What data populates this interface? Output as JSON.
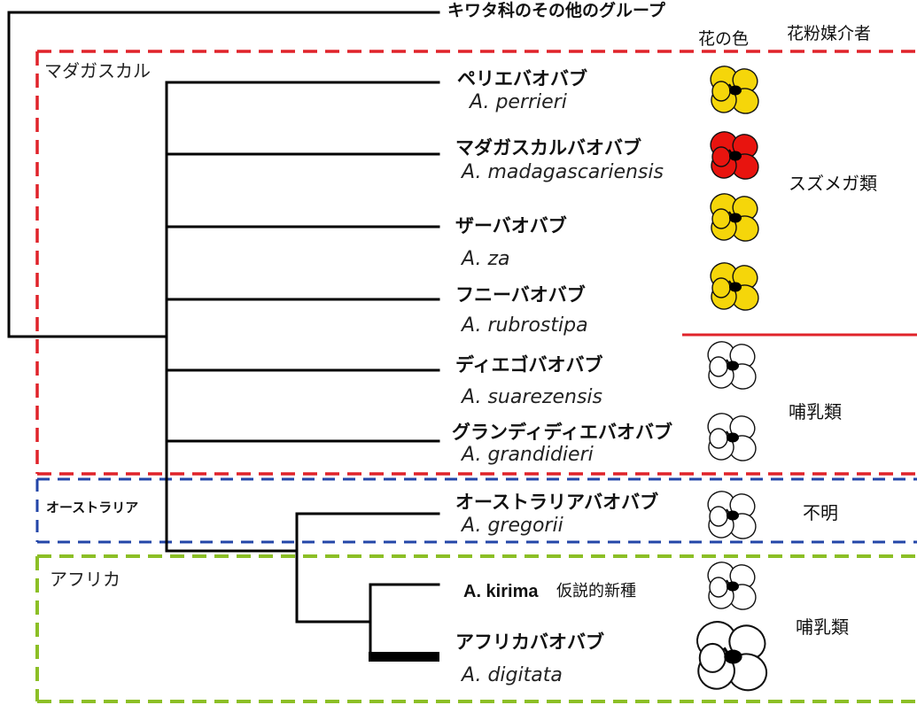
{
  "header": {
    "outgroup": "キワタ科のその他のグループ",
    "flower_color": "花の色",
    "pollinator": "花粉媒介者"
  },
  "regions": {
    "madagascar": "マダガスカル",
    "australia": "オーストラリア",
    "africa": "アフリカ"
  },
  "region_colors": {
    "madagascar": "#e0232a",
    "australia": "#2346a8",
    "africa": "#8cbf26"
  },
  "species": [
    {
      "jp": "ペリエバオバブ",
      "latin": "A. perrieri",
      "flower": "yellow"
    },
    {
      "jp": "マダガスカルバオバブ",
      "latin": "A. madagascariensis",
      "flower": "red"
    },
    {
      "jp": "ザーバオバブ",
      "latin": "A. za",
      "flower": "yellow"
    },
    {
      "jp": "フニーバオバブ",
      "latin": "A. rubrostipa",
      "flower": "yellow"
    },
    {
      "jp": "ディエゴバオバブ",
      "latin": "A. suarezensis",
      "flower": "white"
    },
    {
      "jp": "グランディディエバオバブ",
      "latin": "A. grandidieri",
      "flower": "white"
    },
    {
      "jp": "オーストラリアバオバブ",
      "latin": "A. gregorii",
      "flower": "white"
    },
    {
      "latin_bold": "A. kirima",
      "jp_note": "仮説的新種",
      "flower": "white"
    },
    {
      "jp": "アフリカバオバブ",
      "latin": "A. digitata",
      "flower": "white"
    }
  ],
  "pollinators": {
    "hawkmoth": "スズメガ類",
    "mammal_1": "哺乳類",
    "unknown": "不明",
    "mammal_2": "哺乳類"
  },
  "flower_colors": {
    "yellow": "#f5d60a",
    "red": "#e8140f",
    "white": "#ffffff"
  }
}
